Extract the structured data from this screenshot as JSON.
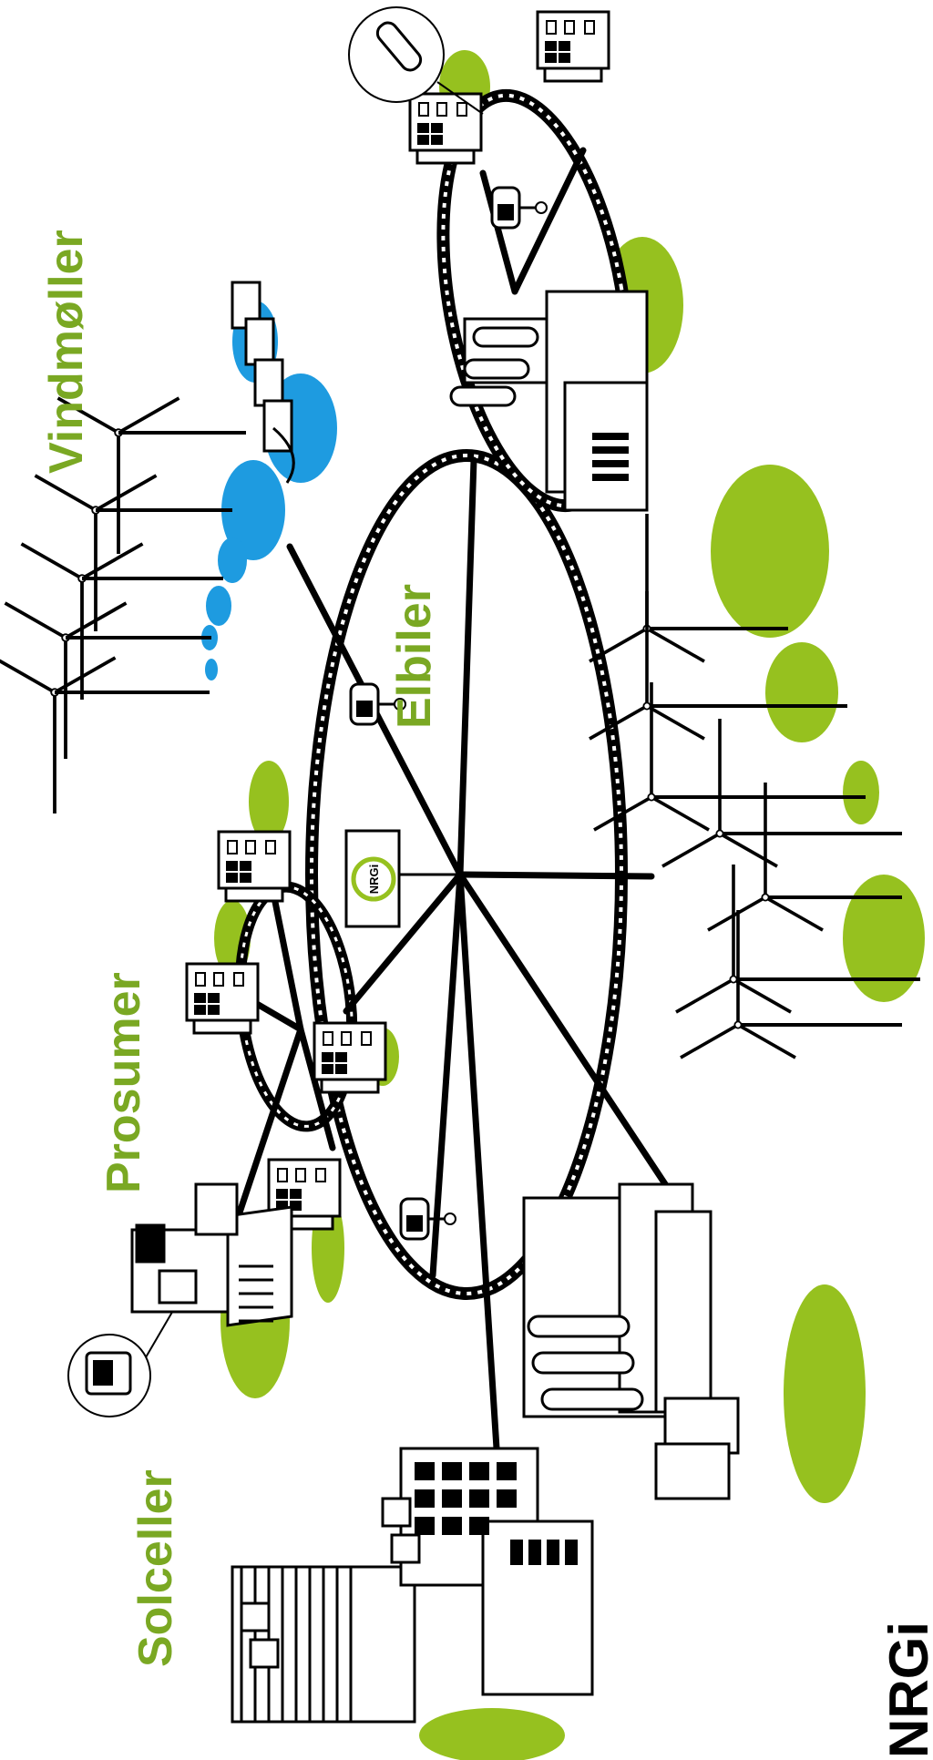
{
  "labels": {
    "vindmoller": "Vindmøller",
    "elbiler": "Elbiler",
    "prosumer": "Prosumer",
    "solceller": "Solceller"
  },
  "logo_text": "NRGi",
  "colors": {
    "label_green": "#7aa823",
    "blob_green": "#96c11f",
    "blob_blue": "#1e9be0",
    "line_black": "#000000"
  },
  "icons": [
    "wind-turbine-icon",
    "electric-car-icon",
    "house-icon",
    "factory-icon",
    "office-building-icon",
    "smart-meter-icon",
    "usb-stick-icon",
    "nrgi-hub-icon"
  ]
}
